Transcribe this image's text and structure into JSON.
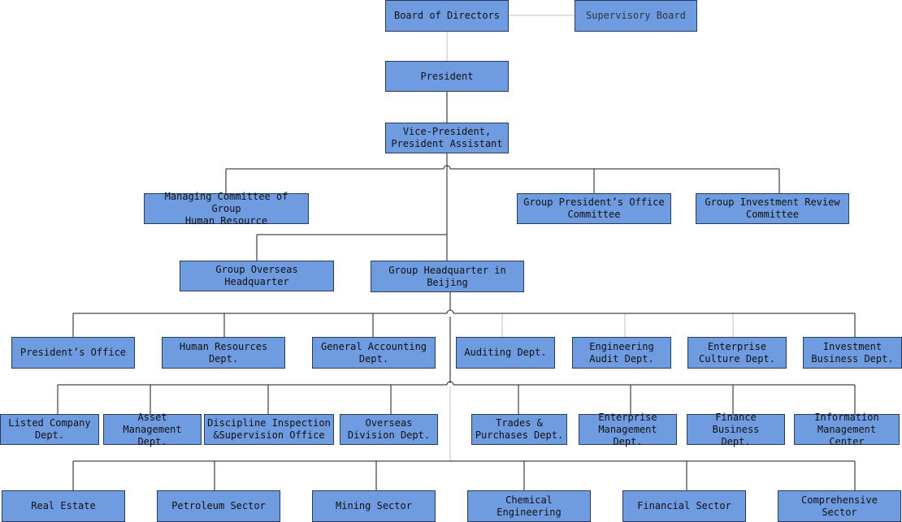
{
  "nodes": {
    "board": "Board of Directors",
    "supervisory": "Supervisory Board",
    "president": "President",
    "vice": "Vice-President,\nPresident Assistant",
    "hr_committee": "Managing Committee of Group\nHuman Resource",
    "office_committee": "Group President’s Office\nCommittee",
    "investment_committee": "Group Investment Review\nCommittee",
    "overseas_hq": "Group Overseas Headquarter",
    "beijing_hq": "Group Headquarter in\nBeijing",
    "presidents_office": "President’s Office",
    "hr_dept": "Human Resources\nDept.",
    "accounting": "General Accounting\nDept.",
    "auditing": "Auditing Dept.",
    "eng_audit": "Engineering\nAudit Dept.",
    "culture": "Enterprise\nCulture Dept.",
    "investment_business": "Investment\nBusiness Dept.",
    "listed_company": "Listed Company\nDept.",
    "asset_management": "Asset Management\nDept.",
    "discipline": "Discipline Inspection\n&Supervision Office",
    "overseas_division": "Overseas\nDivision Dept.",
    "trades": "Trades &\nPurchases Dept.",
    "enterprise_mgmt": "Enterprise\nManagement Dept.",
    "finance_business": "Finance Business\nDept.",
    "information": "Information\nManagement Center",
    "real_estate": "Real Estate",
    "petroleum": "Petroleum Sector",
    "mining": "Mining Sector",
    "chemical": "Chemical Engineering",
    "financial_sector": "Financial Sector",
    "comprehensive": "Comprehensive Sector"
  },
  "colors": {
    "box_fill": "#6f9be0",
    "box_border": "#2b3a55",
    "line_dark": "#1a1a1a",
    "line_light": "#c0c0c0"
  }
}
